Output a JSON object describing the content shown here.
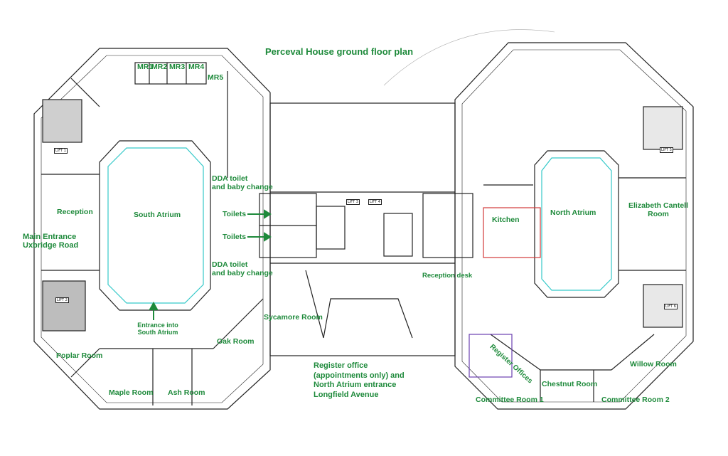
{
  "title": "Perceval House ground floor plan",
  "colors": {
    "label": "#1e8a3b",
    "walls": "#222222",
    "atrium_outline": "#35c9c9",
    "arrow": "#1e8a3b",
    "kitchen_walls": "#d23a3a",
    "register_walls": "#6a3fb0"
  },
  "rooms": {
    "mr1": "MR1",
    "mr2": "MR2",
    "mr3": "MR3",
    "mr4": "MR4",
    "mr5": "MR5",
    "reception": "Reception",
    "main_entrance": "Main Entrance\nUxbridge Road",
    "south_atrium": "South Atrium",
    "dda_top": "DDA toilet\nand baby change",
    "toilets_1": "Toilets",
    "toilets_2": "Toilets",
    "dda_bottom": "DDA toilet\nand baby change",
    "entrance_south": "Entrance into\nSouth Atrium",
    "sycamore": "Sycamore Room",
    "oak": "Oak Room",
    "poplar": "Poplar Room",
    "maple": "Maple Room",
    "ash": "Ash Room",
    "register_office": "Register office\n(appointments only) and\nNorth Atrium entrance\nLongfield Avenue",
    "kitchen": "Kitchen",
    "north_atrium": "North Atrium",
    "elizabeth_cantell": "Elizabeth Cantell\nRoom",
    "reception_desk": "Reception desk",
    "register_offices": "Register Offices",
    "willow": "Willow Room",
    "chestnut": "Chestnut Room",
    "committee_1": "Committee Room 1",
    "committee_2": "Committee Room 2"
  },
  "lifts": {
    "l1": "LIFT 1",
    "l2": "LIFT 2",
    "l3": "LIFT 3",
    "l4": "LIFT 4",
    "l5": "LIFT 5",
    "l6": "LIFT 6"
  }
}
